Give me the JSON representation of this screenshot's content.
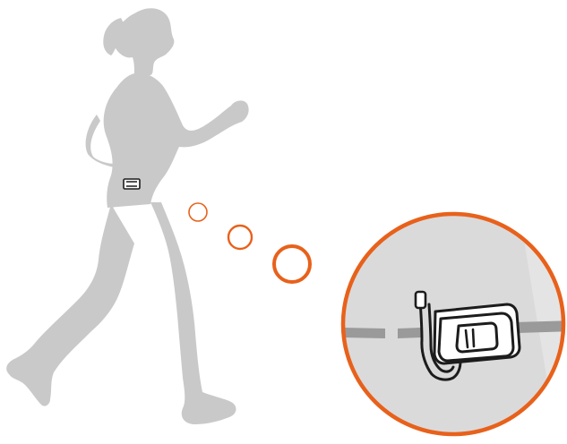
{
  "colors": {
    "background": "#ffffff",
    "silhouette": "#c9c9c9",
    "silhouette_outline": "#aaaaaa",
    "accent": "#e8611b",
    "zoom_fill": "#dadada",
    "zoom_inner": "#e4e4e4",
    "belt": "#9a9a9a",
    "device_stroke": "#1c1c1c",
    "device_fill": "#ffffff"
  },
  "icons": {
    "runner": "running-woman-icon",
    "waist_device": "waist-device-icon",
    "zoom": "magnifier-circle-icon",
    "device_detail": "belt-clip-device-icon"
  },
  "bubbles": [
    "small",
    "medium",
    "large"
  ]
}
